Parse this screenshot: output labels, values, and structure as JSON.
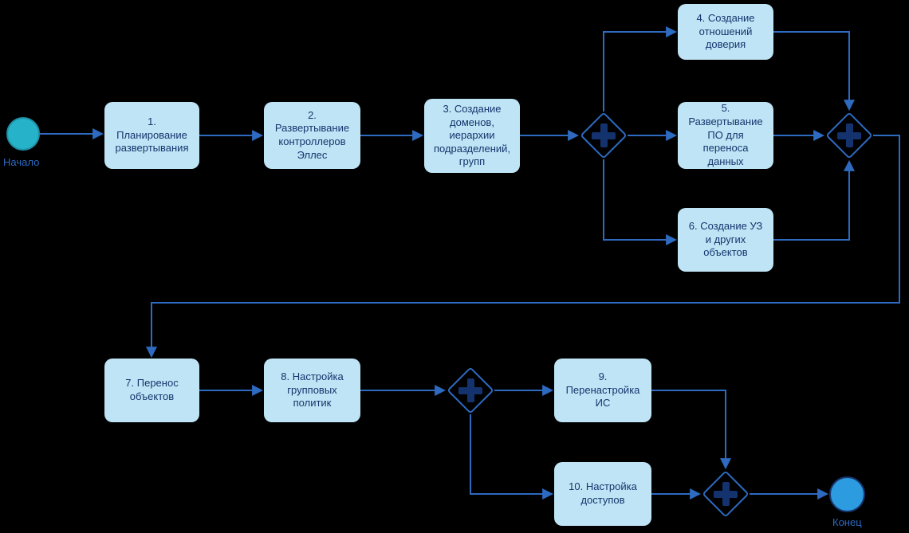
{
  "diagram": {
    "start": {
      "label": "Начало"
    },
    "end": {
      "label": "Конец"
    },
    "tasks": [
      {
        "label": "1. Планирование развертывания"
      },
      {
        "label": "2. Развертывание контроллеров Эллес"
      },
      {
        "label": "3. Создание доменов, иерархии подразделений, групп"
      },
      {
        "label": "4. Создание отношений доверия"
      },
      {
        "label": "5. Развертывание ПО для переноса данных"
      },
      {
        "label": "6. Создание УЗ и других объектов"
      },
      {
        "label": "7. Перенос объектов"
      },
      {
        "label": "8. Настройка групповых политик"
      },
      {
        "label": "9. Перенастройка ИС"
      },
      {
        "label": "10. Настройка доступов"
      }
    ],
    "gateways": [
      {
        "type": "parallel"
      },
      {
        "type": "parallel"
      },
      {
        "type": "parallel"
      },
      {
        "type": "parallel"
      }
    ]
  },
  "colors": {
    "background": "#000000",
    "task_fill": "#BEE4F5",
    "task_text": "#15356D",
    "line": "#2D6AC0",
    "gateway_plus": "#14336E",
    "start_fill": "#26B2C9",
    "start_stroke": "#1E90A6",
    "end_fill": "#2D9BE0",
    "end_stroke": "#17356E",
    "label_text": "#2D6AC0"
  }
}
